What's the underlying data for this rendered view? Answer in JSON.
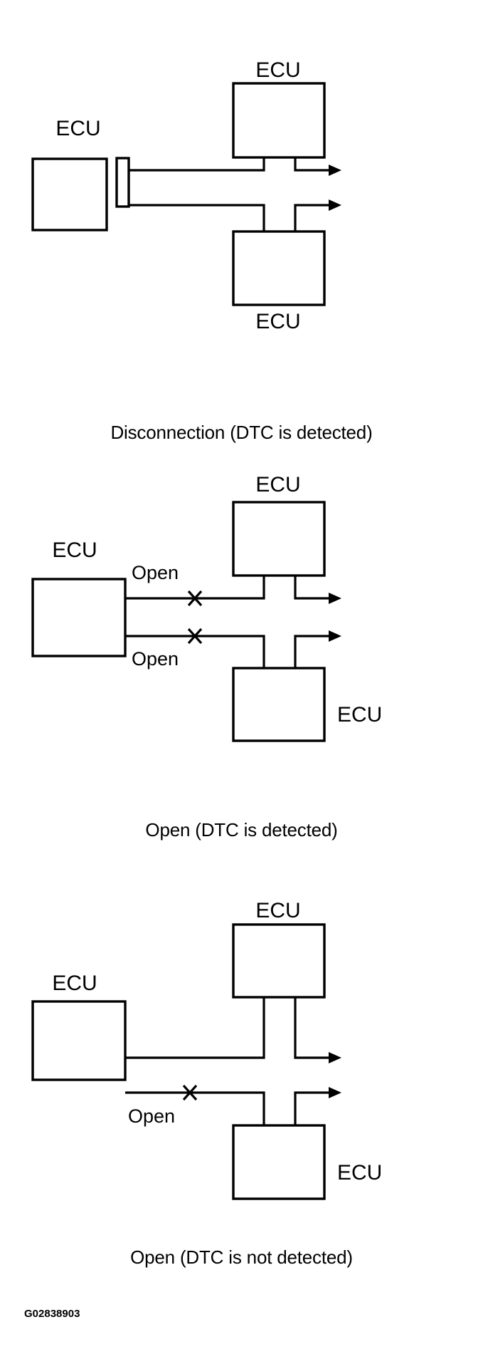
{
  "figure": {
    "code": "G02838903",
    "box_label": "ECU",
    "open_label": "Open"
  },
  "panels": [
    {
      "id": "disconnection",
      "caption": "Disconnection (DTC is detected)",
      "boxes": [
        {
          "name": "left-ecu",
          "label": "ECU",
          "label_position": "above"
        },
        {
          "name": "top-ecu",
          "label": "ECU",
          "label_position": "above"
        },
        {
          "name": "bottom-ecu",
          "label": "ECU",
          "label_position": "below"
        }
      ],
      "connector": {
        "name": "connector-plug",
        "present": true
      },
      "faults": [],
      "bus_lines": 2,
      "arrows": 2
    },
    {
      "id": "open-detected",
      "caption": "Open (DTC is detected)",
      "boxes": [
        {
          "name": "left-ecu",
          "label": "ECU",
          "label_position": "above"
        },
        {
          "name": "top-ecu",
          "label": "ECU",
          "label_position": "above"
        },
        {
          "name": "bottom-ecu",
          "label": "ECU",
          "label_position": "right"
        }
      ],
      "connector": {
        "name": "connector-plug",
        "present": false
      },
      "faults": [
        {
          "name": "open-fault-upper",
          "label": "Open",
          "line": "upper",
          "label_position": "above"
        },
        {
          "name": "open-fault-lower",
          "label": "Open",
          "line": "lower",
          "label_position": "below"
        }
      ],
      "bus_lines": 2,
      "arrows": 2
    },
    {
      "id": "open-not-detected",
      "caption": "Open (DTC is not detected)",
      "boxes": [
        {
          "name": "left-ecu",
          "label": "ECU",
          "label_position": "above"
        },
        {
          "name": "top-ecu",
          "label": "ECU",
          "label_position": "above"
        },
        {
          "name": "bottom-ecu",
          "label": "ECU",
          "label_position": "right"
        }
      ],
      "connector": {
        "name": "connector-plug",
        "present": false
      },
      "faults": [
        {
          "name": "open-fault-lower",
          "label": "Open",
          "line": "lower",
          "label_position": "below"
        }
      ],
      "bus_lines": 2,
      "arrows": 2
    }
  ],
  "colors": {
    "line": "#000000",
    "background": "#ffffff",
    "text": "#000000"
  }
}
